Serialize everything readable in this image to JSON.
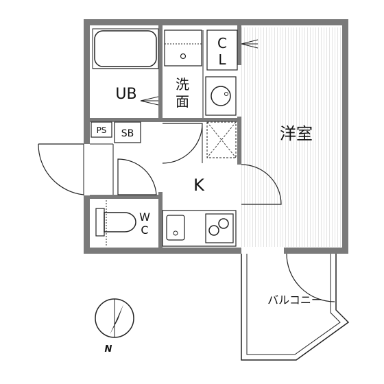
{
  "rooms": {
    "bath": "UB",
    "washroom_line1": "洗",
    "washroom_line2": "面",
    "closet_line1": "C",
    "closet_line2": "L",
    "pipe_space": "PS",
    "shoe_box": "SB",
    "kitchen": "K",
    "western_room": "洋室",
    "toilet_line1": "W",
    "toilet_line2": "C",
    "balcony": "バルコニー"
  },
  "compass": {
    "north_label": "N"
  },
  "colors": {
    "wall": "#7a7a7a",
    "line": "#222222",
    "room_fill": "#ffffff"
  }
}
